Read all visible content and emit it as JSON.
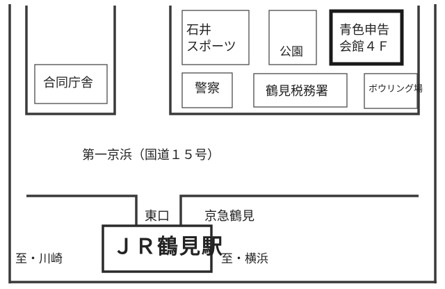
{
  "map": {
    "buildings": {
      "godo_chosha": "合同庁舎",
      "ishii_sports": [
        "石井",
        "スポーツ"
      ],
      "koen": "公園",
      "aoiro_shinkoku": [
        "青色申告",
        "会館４Ｆ"
      ],
      "keisatsu": "警察",
      "tsurumi_zeimusho": "鶴見税務署",
      "bowling": "ボウリング場"
    },
    "road_label": "第一京浜（国道１５号）",
    "station": {
      "name": "ＪＲ鶴見駅",
      "east_exit": "東口",
      "keikyu": "京急鶴見"
    },
    "directions": {
      "kawasaki": "至・川崎",
      "yokohama": "至・横浜"
    },
    "highlight_color": "#1a1a1a"
  }
}
